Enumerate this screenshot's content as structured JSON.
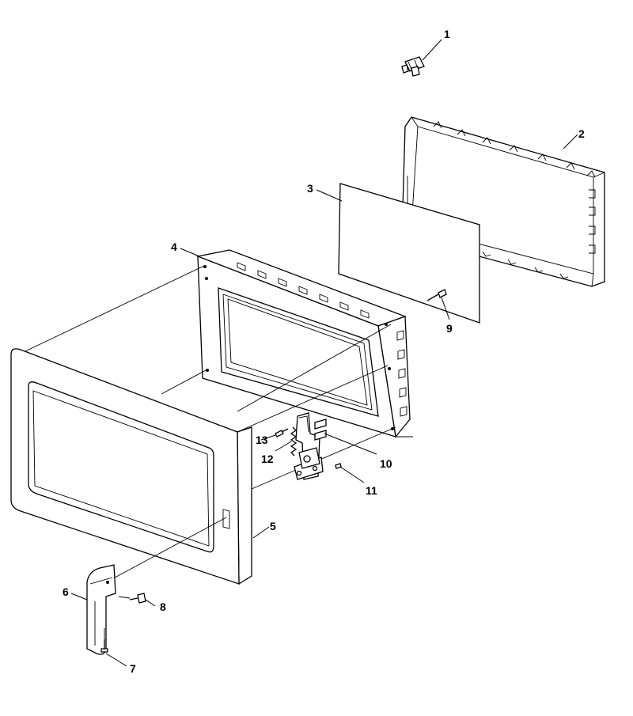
{
  "callouts": [
    {
      "id": "1",
      "label": "1",
      "part": "latch-clip"
    },
    {
      "id": "2",
      "label": "2",
      "part": "door-choke-frame"
    },
    {
      "id": "3",
      "label": "3",
      "part": "door-glass-panel"
    },
    {
      "id": "4",
      "label": "4",
      "part": "door-inner-frame"
    },
    {
      "id": "5",
      "label": "5",
      "part": "door-outer-panel"
    },
    {
      "id": "6",
      "label": "6",
      "part": "door-handle"
    },
    {
      "id": "7",
      "label": "7",
      "part": "handle-screw-bottom"
    },
    {
      "id": "8",
      "label": "8",
      "part": "handle-screw-side"
    },
    {
      "id": "9",
      "label": "9",
      "part": "frame-screw"
    },
    {
      "id": "10",
      "label": "10",
      "part": "latch-hook"
    },
    {
      "id": "11",
      "label": "11",
      "part": "latch-screw"
    },
    {
      "id": "12",
      "label": "12",
      "part": "latch-spring"
    },
    {
      "id": "13",
      "label": "13",
      "part": "latch-lever-screw"
    }
  ]
}
